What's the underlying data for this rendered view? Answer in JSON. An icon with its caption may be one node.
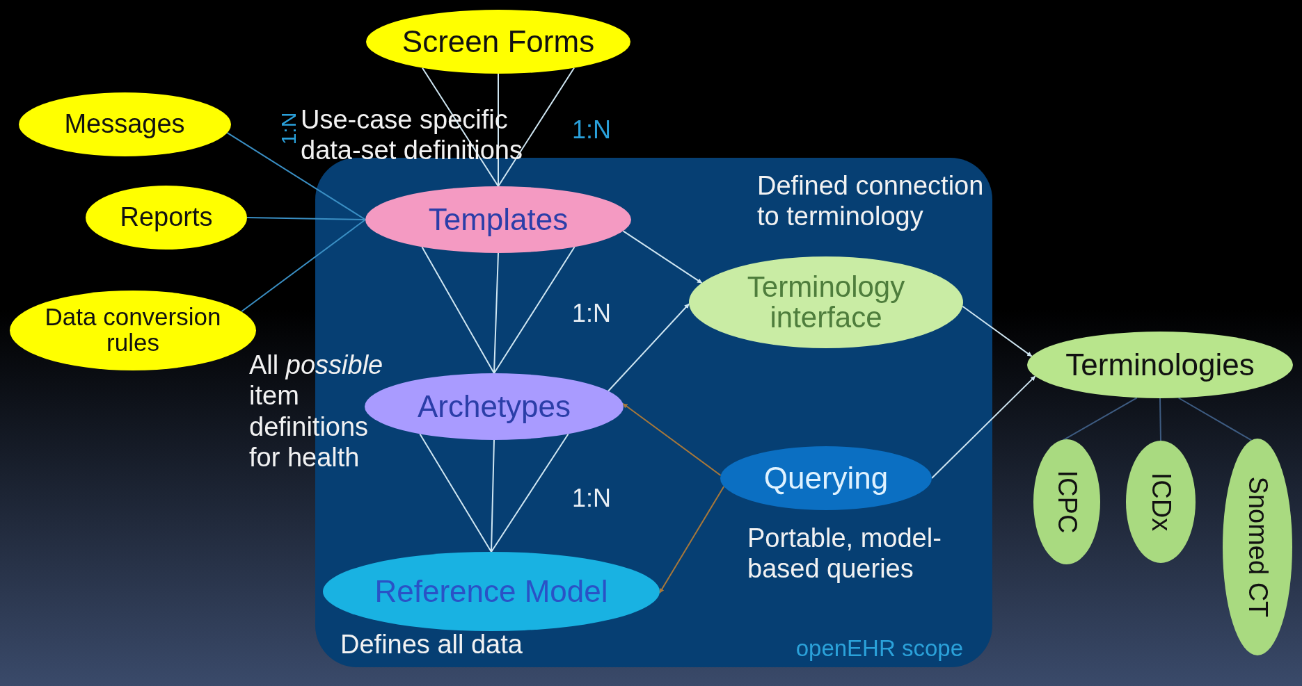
{
  "diagram": {
    "nodes": [
      {
        "text": [
          "Screen Forms"
        ]
      },
      {
        "text": [
          "Messages"
        ]
      },
      {
        "text": [
          "Reports"
        ]
      },
      {
        "text": [
          "Data conversion rules"
        ]
      },
      {
        "text": [
          "openEHR scope"
        ]
      },
      {
        "text": [
          "Templates"
        ],
        "in": 4
      },
      {
        "text": [
          "Terminology interface"
        ],
        "in": 4
      },
      {
        "text": [
          "Archetypes"
        ],
        "in": 4
      },
      {
        "text": [
          "Querying"
        ],
        "in": 4,
        "beside": [
          "Portable, model-based queries"
        ]
      },
      {
        "text": [
          "Reference Model"
        ],
        "in": 4,
        "beside": [
          "Defines all data"
        ]
      },
      {
        "text": [
          "Terminologies"
        ]
      },
      {
        "text": [
          "ICPC"
        ]
      },
      {
        "text": [
          "ICDx"
        ]
      },
      {
        "text": [
          "Snomed CT"
        ]
      }
    ],
    "edges": [
      {
        "from": 0,
        "to": 5,
        "arrow": "none",
        "label": "1:N"
      },
      {
        "from": 1,
        "to": 5,
        "arrow": "none",
        "label": "1:N",
        "color": "#3a8fc4"
      },
      {
        "from": 2,
        "to": 5,
        "arrow": "none",
        "color": "#3a8fc4"
      },
      {
        "from": 3,
        "to": 5,
        "arrow": "none",
        "color": "#3a8fc4"
      },
      {
        "from": 5,
        "to": 7,
        "arrow": "none",
        "label": "1:N"
      },
      {
        "from": 7,
        "to": 9,
        "arrow": "none",
        "label": "1:N"
      },
      {
        "from": 5,
        "to": 6,
        "arrow": "to"
      },
      {
        "from": 7,
        "to": 6,
        "arrow": "to"
      },
      {
        "from": 6,
        "to": 10,
        "arrow": "to"
      },
      {
        "from": 8,
        "to": 10,
        "arrow": "to"
      },
      {
        "from": 8,
        "to": 7,
        "arrow": "to",
        "color": "#a8783a"
      },
      {
        "from": 8,
        "to": 9,
        "arrow": "to",
        "color": "#a8783a"
      },
      {
        "from": 10,
        "to": 11,
        "arrow": "none",
        "color": "#3e5c82"
      },
      {
        "from": 10,
        "to": 12,
        "arrow": "none",
        "color": "#3e5c82"
      },
      {
        "from": 10,
        "to": 13,
        "arrow": "none",
        "color": "#3e5c82"
      }
    ],
    "labels": [
      "Use-case specific data-set definitions",
      "Defined connection to terminology",
      "All *possible* item definitions for health"
    ]
  }
}
